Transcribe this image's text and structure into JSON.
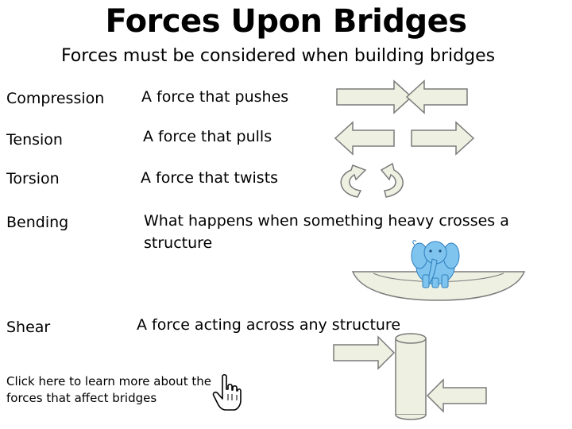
{
  "slide": {
    "title": "Forces Upon Bridges",
    "subtitle": "Forces must be considered when building bridges"
  },
  "forces": [
    {
      "term": "Compression",
      "description": "A force that pushes"
    },
    {
      "term": "Tension",
      "description": "A force that pulls"
    },
    {
      "term": "Torsion",
      "description": "A force that twists"
    },
    {
      "term": "Bending",
      "description": "What happens when something heavy crosses a structure"
    },
    {
      "term": "Shear",
      "description": "A force acting across any structure"
    }
  ],
  "link": {
    "text": "Click here to learn more about the forces that affect bridges"
  },
  "colors": {
    "shape_fill": "#eef1e2",
    "shape_stroke": "#7a7a7a",
    "elephant": "#7fc4ee",
    "elephant_stroke": "#2f7fbf"
  },
  "icons": [
    "compression-arrows-icon",
    "tension-arrows-icon",
    "torsion-arrows-icon",
    "elephant-on-bridge-icon",
    "shear-arrows-icon",
    "pointing-hand-icon"
  ]
}
